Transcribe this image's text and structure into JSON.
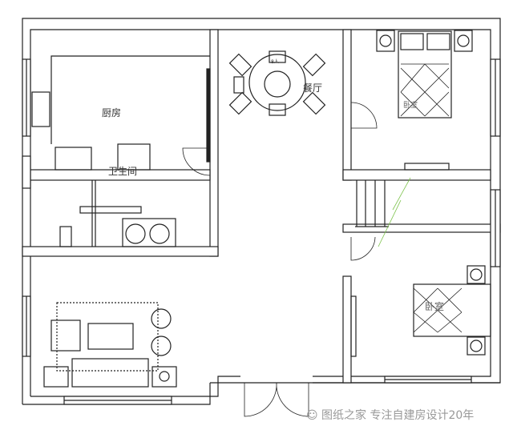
{
  "rooms": {
    "kitchen": "厨房",
    "bathroom": "卫生间",
    "dining": "餐厅",
    "bedroom_top": "卧室",
    "bedroom_bottom": "卧室"
  },
  "table_label": "8人",
  "watermark": "图纸之家 专注自建房设计20年",
  "colors": {
    "wall": "#222222",
    "stair_arrow": "#7bc24a",
    "watermark": "#999999"
  }
}
